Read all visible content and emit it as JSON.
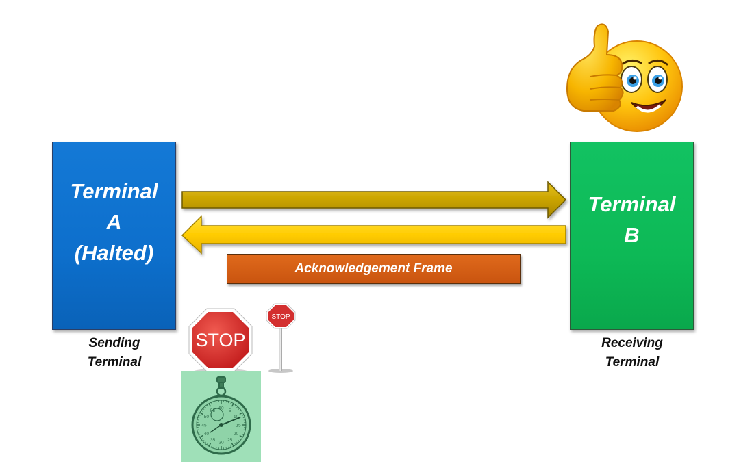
{
  "terminal_a": {
    "lines": [
      "Terminal",
      "A",
      "(Halted)"
    ],
    "caption": [
      "Sending",
      "Terminal"
    ],
    "color": "#0d6fcc"
  },
  "terminal_b": {
    "lines": [
      "Terminal",
      "B"
    ],
    "caption": [
      "Receiving",
      "Terminal"
    ],
    "color": "#0db956"
  },
  "arrows": {
    "forward": {
      "direction": "A-to-B",
      "color": "#c9a300"
    },
    "backward": {
      "direction": "B-to-A",
      "color": "#ffcc00"
    }
  },
  "ack_frame": {
    "label": "Acknowledgement Frame",
    "color": "#d35d15"
  },
  "stop_sign_large": {
    "label": "STOP",
    "color": "#d32f2f"
  },
  "stop_sign_small": {
    "label": "STOP",
    "color": "#d32f2f"
  },
  "stopwatch": {
    "icon": "stopwatch-icon",
    "dial_numbers": [
      "60",
      "5",
      "10",
      "15",
      "20",
      "25",
      "30",
      "35",
      "40",
      "45",
      "50",
      "55"
    ]
  },
  "emoji": {
    "icon": "thumbs-up-smiley-icon"
  }
}
